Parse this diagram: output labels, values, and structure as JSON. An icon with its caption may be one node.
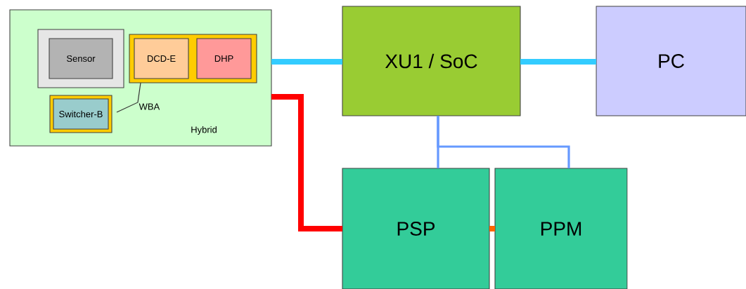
{
  "diagram": {
    "nodes": [
      {
        "text": [
          "Hybrid"
        ]
      },
      {
        "text": [
          "Sensor"
        ],
        "in": 0
      },
      {
        "text": [],
        "shape": "box",
        "in": 0
      },
      {
        "text": [
          "DCD-E"
        ],
        "in": 2
      },
      {
        "text": [
          "DHP"
        ],
        "in": 2
      },
      {
        "text": [
          "Switcher-B"
        ],
        "in": 0
      },
      {
        "text": [
          "WBA"
        ],
        "in": 0
      },
      {
        "text": [
          "XU1 / SoC"
        ]
      },
      {
        "text": [
          "PC"
        ]
      },
      {
        "text": [
          "PSP"
        ]
      },
      {
        "text": [
          "PPM"
        ]
      }
    ],
    "edges": [
      {
        "from": 0,
        "to": 7,
        "arrow": "none",
        "color": "#33ccff"
      },
      {
        "from": 7,
        "to": 8,
        "arrow": "none",
        "color": "#33ccff"
      },
      {
        "from": 0,
        "to": 9,
        "arrow": "none",
        "color": "#ff0000"
      },
      {
        "from": 7,
        "to": 9,
        "arrow": "none",
        "color": "#6699ff"
      },
      {
        "from": 7,
        "to": 10,
        "arrow": "none",
        "color": "#6699ff"
      },
      {
        "from": 9,
        "to": 10,
        "arrow": "none",
        "color": "#ff6600"
      },
      {
        "from": 6,
        "to": 2,
        "arrow": "none",
        "color": "#333333"
      }
    ]
  }
}
